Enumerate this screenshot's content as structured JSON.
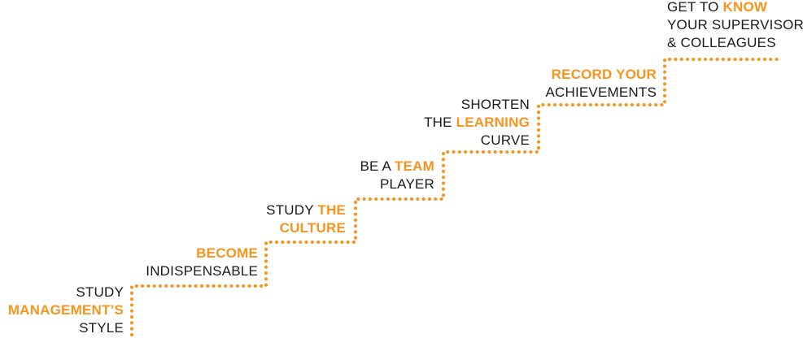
{
  "diagram": {
    "accent_color": "#f7941d",
    "text_color": "#1a1a1a",
    "steps": [
      {
        "id": "study-management-style",
        "lines": [
          [
            {
              "text": "STUDY",
              "hl": false
            }
          ],
          [
            {
              "text": "MANAGEMENT’S",
              "hl": true
            }
          ],
          [
            {
              "text": "STYLE",
              "hl": false
            }
          ]
        ]
      },
      {
        "id": "become-indispensable",
        "lines": [
          [
            {
              "text": "BECOME",
              "hl": true
            }
          ],
          [
            {
              "text": "INDISPENSABLE",
              "hl": false
            }
          ]
        ]
      },
      {
        "id": "study-the-culture",
        "lines": [
          [
            {
              "text": "STUDY ",
              "hl": false
            },
            {
              "text": "THE",
              "hl": true
            }
          ],
          [
            {
              "text": "CULTURE",
              "hl": true
            }
          ]
        ]
      },
      {
        "id": "be-a-team-player",
        "lines": [
          [
            {
              "text": "BE A ",
              "hl": false
            },
            {
              "text": "TEAM",
              "hl": true
            }
          ],
          [
            {
              "text": "PLAYER",
              "hl": false
            }
          ]
        ]
      },
      {
        "id": "shorten-the-learning-curve",
        "lines": [
          [
            {
              "text": "SHORTEN",
              "hl": false
            }
          ],
          [
            {
              "text": "THE ",
              "hl": false
            },
            {
              "text": "LEARNING",
              "hl": true
            }
          ],
          [
            {
              "text": "CURVE",
              "hl": false
            }
          ]
        ]
      },
      {
        "id": "record-your-achievements",
        "lines": [
          [
            {
              "text": "RECORD YOUR",
              "hl": true
            }
          ],
          [
            {
              "text": "ACHIEVEMENTS",
              "hl": false
            }
          ]
        ]
      },
      {
        "id": "get-to-know-supervisor",
        "lines": [
          [
            {
              "text": "GET TO ",
              "hl": false
            },
            {
              "text": "KNOW",
              "hl": true
            }
          ],
          [
            {
              "text": "YOUR SUPERVISOR",
              "hl": false
            }
          ],
          [
            {
              "text": "& COLLEAGUES",
              "hl": false
            }
          ]
        ]
      }
    ]
  }
}
